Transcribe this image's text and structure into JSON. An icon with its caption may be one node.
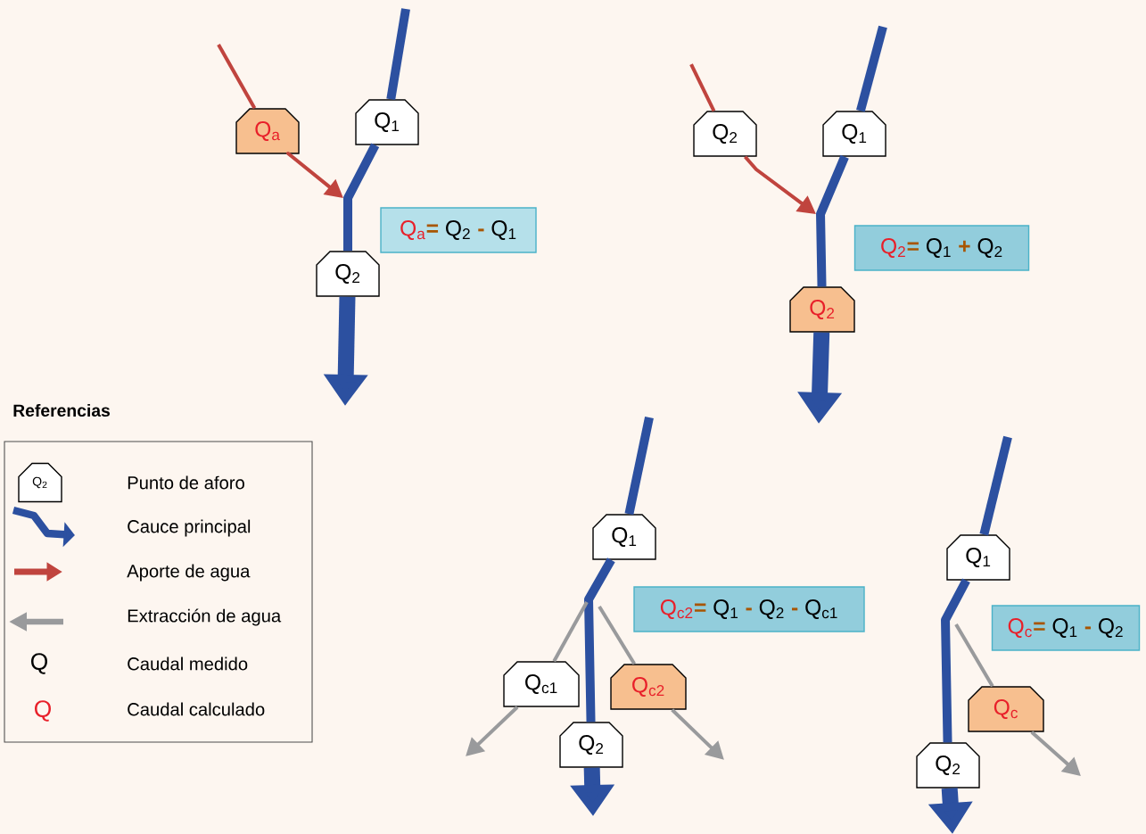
{
  "diagram": {
    "nodes": [
      {
        "text": [
          "Q$_{a}$"
        ]
      },
      {
        "text": [
          "Q$_{1}$"
        ]
      },
      {
        "text": [
          "Q$_{a}$",
          "=",
          "Q$_{2}$",
          "-",
          "Q$_{1}$"
        ]
      },
      {
        "text": [
          "Q$_{2}$"
        ]
      },
      {
        "text": [
          "Q$_{2}$"
        ]
      },
      {
        "text": [
          "Q$_{1}$"
        ]
      },
      {
        "text": [
          "Q$_{2}$",
          "=",
          "Q$_{1}$",
          "+",
          "Q$_{2}$"
        ]
      },
      {
        "text": [
          "Q$_{2}$"
        ]
      },
      {
        "text": [
          "Q$_{1}$"
        ]
      },
      {
        "text": [
          "Q$_{c2}$",
          "=",
          "Q$_{1}$",
          "-",
          "Q$_{2}$",
          "-",
          "Q$_{c1}$"
        ]
      },
      {
        "text": [
          "Q$_{c1}$"
        ]
      },
      {
        "text": [
          "Q$_{c2}$"
        ]
      },
      {
        "text": [
          "Q$_{2}$"
        ]
      },
      {
        "text": [
          "Q$_{1}$"
        ]
      },
      {
        "text": [
          "Q$_{c}$",
          "=",
          "Q$_{1}$",
          "-",
          "Q$_{2}$"
        ]
      },
      {
        "text": [
          "Q$_{c}$"
        ]
      },
      {
        "text": [
          "Q$_{2}$"
        ]
      }
    ],
    "edges": [
      {
        "from": null,
        "to": 1,
        "arrow": "none"
      },
      {
        "from": 1,
        "to": 3,
        "arrow": "none"
      },
      {
        "from": 3,
        "to": null,
        "arrow": "to",
        "style": "thick"
      },
      {
        "from": null,
        "to": 0,
        "arrow": "none",
        "color": "#c0443e"
      },
      {
        "from": 0,
        "to": null,
        "arrow": "to",
        "color": "#c0443e"
      },
      {
        "from": null,
        "to": 5,
        "arrow": "none"
      },
      {
        "from": 5,
        "to": 7,
        "arrow": "none"
      },
      {
        "from": 7,
        "to": null,
        "arrow": "to",
        "style": "thick"
      },
      {
        "from": null,
        "to": 4,
        "arrow": "none",
        "color": "#c0443e"
      },
      {
        "from": 4,
        "to": null,
        "arrow": "to",
        "color": "#c0443e"
      },
      {
        "from": null,
        "to": 8,
        "arrow": "none"
      },
      {
        "from": 8,
        "to": 12,
        "arrow": "none"
      },
      {
        "from": 12,
        "to": null,
        "arrow": "to",
        "style": "thick"
      },
      {
        "from": null,
        "to": 10,
        "arrow": "none",
        "color": "#999a9c"
      },
      {
        "from": 10,
        "to": null,
        "arrow": "to",
        "color": "#999a9c"
      },
      {
        "from": null,
        "to": 11,
        "arrow": "none",
        "color": "#999a9c"
      },
      {
        "from": 11,
        "to": null,
        "arrow": "to",
        "color": "#999a9c"
      },
      {
        "from": null,
        "to": 13,
        "arrow": "none"
      },
      {
        "from": 13,
        "to": 16,
        "arrow": "none"
      },
      {
        "from": 16,
        "to": null,
        "arrow": "to",
        "style": "thick"
      },
      {
        "from": null,
        "to": 15,
        "arrow": "none",
        "color": "#999a9c"
      },
      {
        "from": 15,
        "to": null,
        "arrow": "to",
        "color": "#999a9c"
      }
    ],
    "labels": [
      "Referencias",
      "Q$_{2}$",
      "Q",
      "Q"
    ],
    "legend": [
      {
        "text": "Punto de aforo"
      },
      {
        "text": "Cauce principal"
      },
      {
        "text": "Aporte de agua"
      },
      {
        "text": "Extracción de agua"
      },
      {
        "text": "Caudal medido"
      },
      {
        "text": "Caudal calculado"
      }
    ]
  }
}
